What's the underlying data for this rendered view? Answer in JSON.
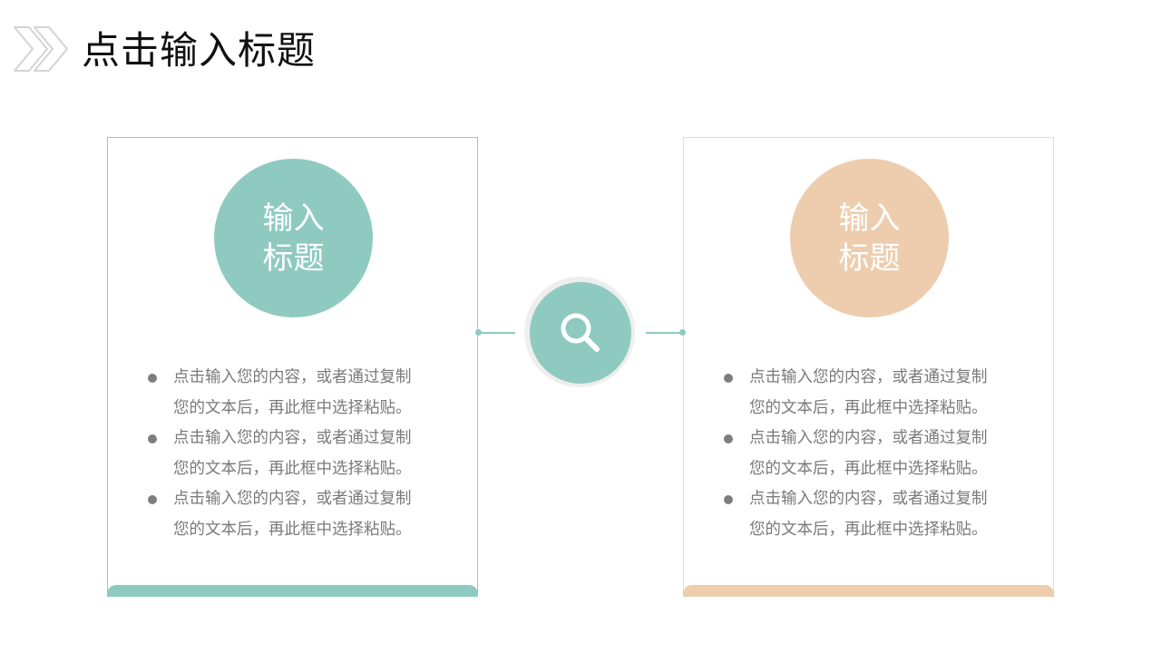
{
  "slide": {
    "title": "点击输入标题",
    "header_icon": "double-chevron-right-icon"
  },
  "colors": {
    "teal": "#8fcac0",
    "peach": "#edcdae",
    "bullet_text": "#7a7a7a",
    "title_text": "#111111"
  },
  "center": {
    "icon": "search-icon"
  },
  "cards": [
    {
      "accent": "#8fcac0",
      "circle_line1": "输入",
      "circle_line2": "标题",
      "bullets": [
        {
          "line1": "点击输入您的内容，或者通过复制",
          "line2": "您的文本后，再此框中选择粘贴。"
        },
        {
          "line1": "点击输入您的内容，或者通过复制",
          "line2": "您的文本后，再此框中选择粘贴。"
        },
        {
          "line1": "点击输入您的内容，或者通过复制",
          "line2": "您的文本后，再此框中选择粘贴。"
        }
      ]
    },
    {
      "accent": "#edcdae",
      "circle_line1": "输入",
      "circle_line2": "标题",
      "bullets": [
        {
          "line1": "点击输入您的内容，或者通过复制",
          "line2": "您的文本后，再此框中选择粘贴。"
        },
        {
          "line1": "点击输入您的内容，或者通过复制",
          "line2": "您的文本后，再此框中选择粘贴。"
        },
        {
          "line1": "点击输入您的内容，或者通过复制",
          "line2": "您的文本后，再此框中选择粘贴。"
        }
      ]
    }
  ]
}
